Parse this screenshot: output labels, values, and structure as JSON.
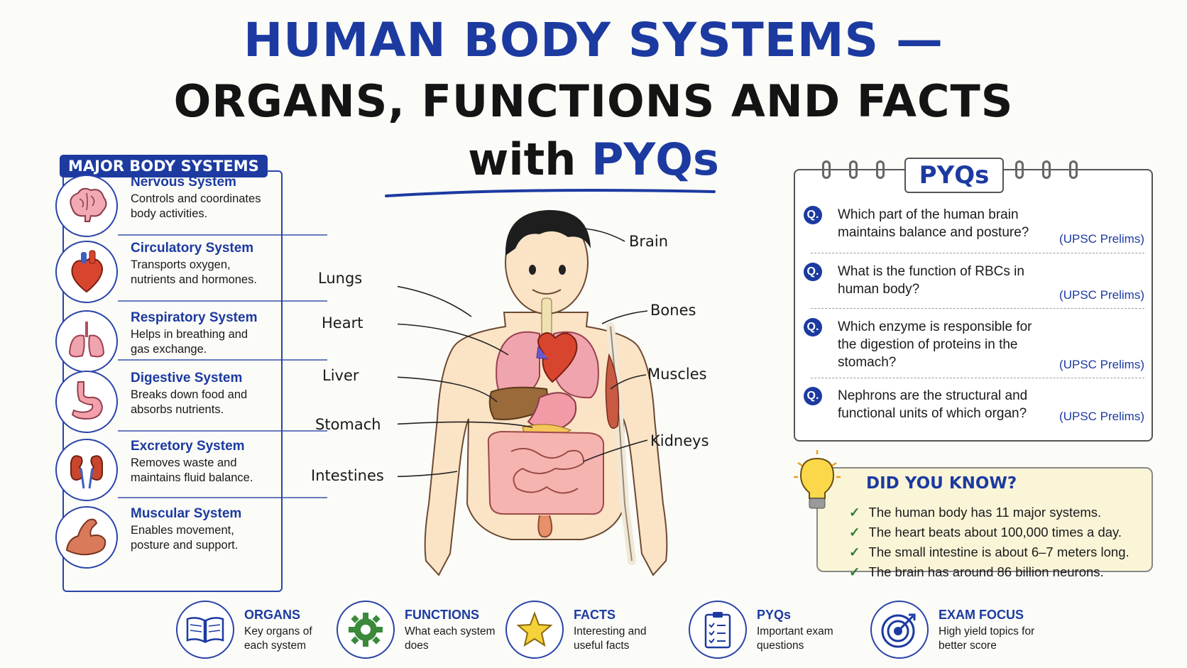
{
  "title": {
    "line1": "HUMAN BODY SYSTEMS —",
    "line2": "ORGANS, FUNCTIONS AND FACTS",
    "line3a": "with ",
    "line3b": "PYQs"
  },
  "systems_panel": {
    "heading": "MAJOR BODY SYSTEMS",
    "items": [
      {
        "name": "Nervous System",
        "desc": "Controls and coordinates body activities.",
        "icon": "brain-icon"
      },
      {
        "name": "Circulatory System",
        "desc": "Transports oxygen, nutrients and hormones.",
        "icon": "heart-icon"
      },
      {
        "name": "Respiratory System",
        "desc": "Helps in breathing and gas exchange.",
        "icon": "lungs-icon"
      },
      {
        "name": "Digestive System",
        "desc": "Breaks down food and absorbs nutrients.",
        "icon": "stomach-icon"
      },
      {
        "name": "Excretory System",
        "desc": "Removes waste and maintains fluid balance.",
        "icon": "kidneys-icon"
      },
      {
        "name": "Muscular System",
        "desc": "Enables movement, posture and support.",
        "icon": "muscle-arm-icon"
      }
    ]
  },
  "body_labels": {
    "brain": "Brain",
    "lungs": "Lungs",
    "heart": "Heart",
    "bones": "Bones",
    "liver": "Liver",
    "muscles": "Muscles",
    "stomach": "Stomach",
    "kidneys": "Kidneys",
    "intestines": "Intestines"
  },
  "pyqs": {
    "heading": "PYQs",
    "questions": [
      {
        "marker": "Q.",
        "text": "Which part of the human brain maintains balance and posture?",
        "source": "(UPSC Prelims)"
      },
      {
        "marker": "Q.",
        "text": "What is the function of RBCs in human body?",
        "source": "(UPSC Prelims)"
      },
      {
        "marker": "Q.",
        "text": "Which enzyme is responsible for the digestion of proteins in the stomach?",
        "source": "(UPSC Prelims)"
      },
      {
        "marker": "Q.",
        "text": "Nephrons are the structural and functional units of which organ?",
        "source": "(UPSC Prelims)"
      }
    ]
  },
  "did_you_know": {
    "heading": "DID YOU KNOW?",
    "icon": "lightbulb-icon",
    "facts": [
      "The human body has 11 major systems.",
      "The heart beats about 100,000 times a day.",
      "The small intestine is about 6–7 meters long.",
      "The brain has around 86 billion neurons."
    ],
    "check": "✓"
  },
  "bottom": [
    {
      "title": "ORGANS",
      "desc": "Key organs of each system",
      "icon": "book-icon"
    },
    {
      "title": "FUNCTIONS",
      "desc": "What each system does",
      "icon": "gear-icon"
    },
    {
      "title": "FACTS",
      "desc": "Interesting and useful facts",
      "icon": "star-icon"
    },
    {
      "title": "PYQs",
      "desc": "Important exam questions",
      "icon": "clipboard-icon"
    },
    {
      "title": "EXAM FOCUS",
      "desc": "High yield topics for better score",
      "icon": "target-icon"
    }
  ],
  "colors": {
    "accent": "#1c3aa0",
    "check": "#2e7d32",
    "note_bg": "#fbf5d8"
  }
}
